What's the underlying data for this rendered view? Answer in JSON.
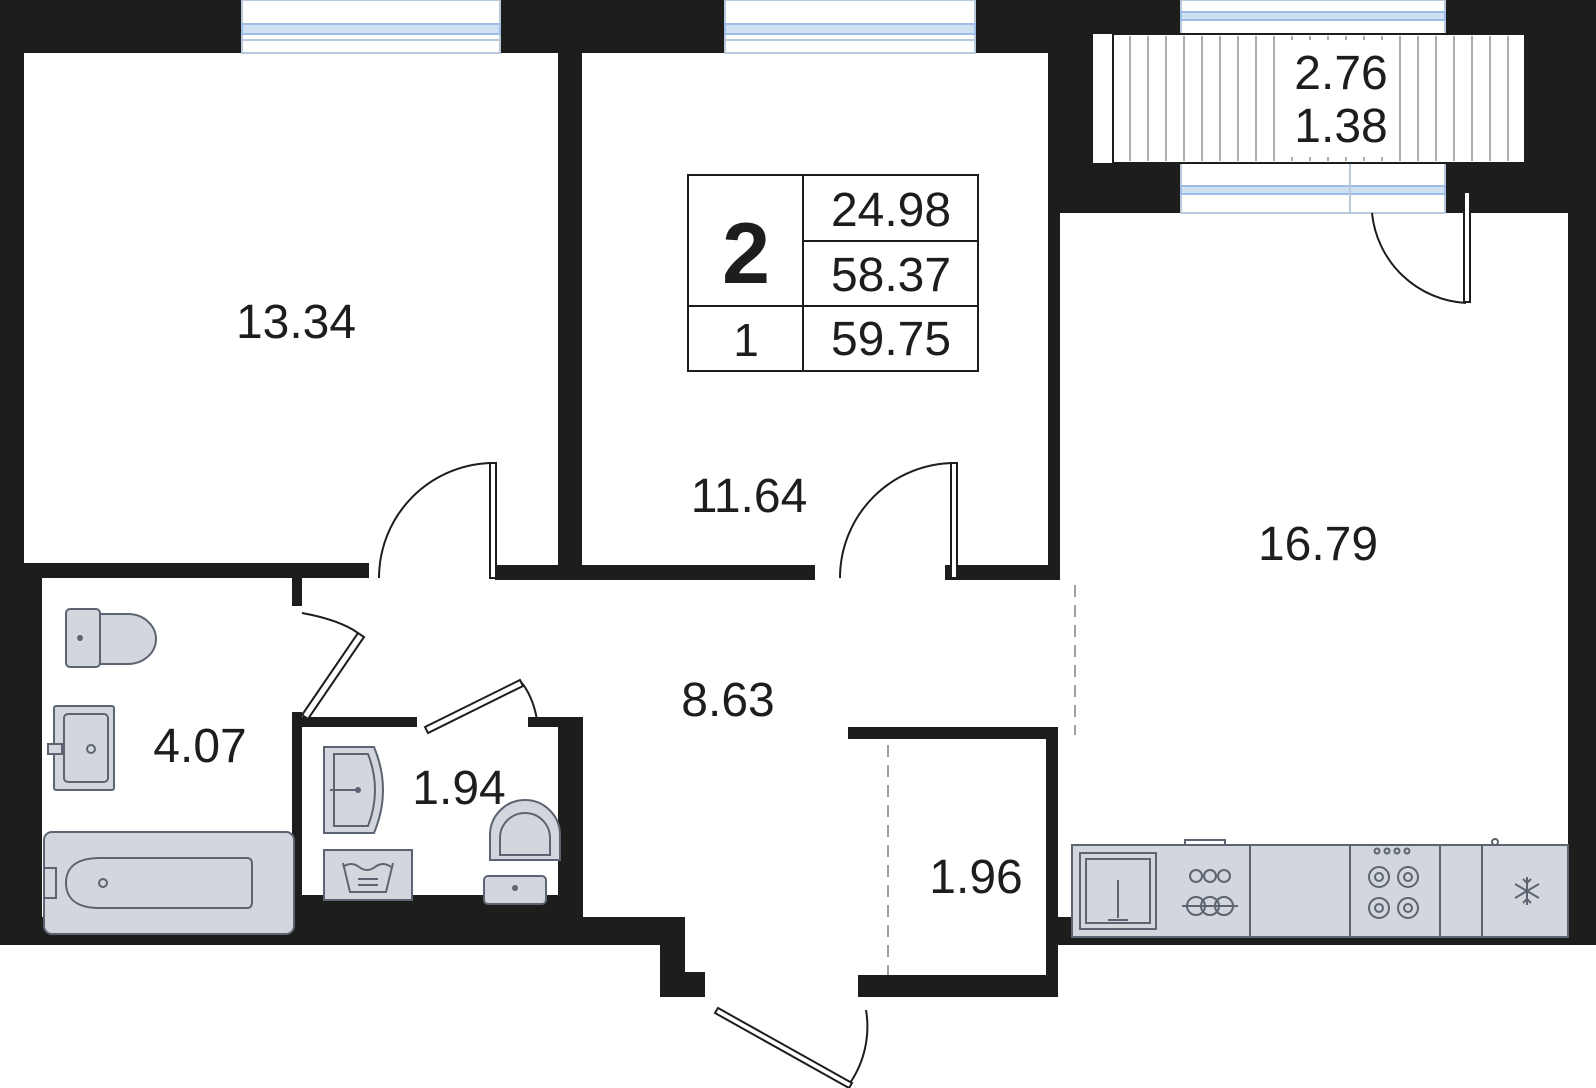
{
  "plan": {
    "rooms": [
      {
        "id": "bedroom-left",
        "area": "13.34"
      },
      {
        "id": "bedroom-middle",
        "area": "11.64"
      },
      {
        "id": "kitchen-living",
        "area": "16.79"
      },
      {
        "id": "hallway",
        "area": "8.63"
      },
      {
        "id": "bathroom",
        "area": "4.07"
      },
      {
        "id": "wc",
        "area": "1.94"
      },
      {
        "id": "storage",
        "area": "1.96"
      }
    ],
    "balcony": {
      "area": "2.76",
      "reduced_area": "1.38"
    }
  },
  "summary": {
    "rooms_count": "2",
    "living_area": "24.98",
    "total_area": "58.37",
    "floor": "1",
    "total_with_balcony": "59.75"
  },
  "colors": {
    "wall": "#1d1d1b",
    "window_glass": "#cfe0f3",
    "fixture": "#d3d7dd",
    "background": "#ffffff"
  },
  "icons": [
    "toilet-icon",
    "sink-icon",
    "bathtub-icon",
    "washing-machine-icon",
    "kitchen-sink-icon",
    "stove-icon",
    "fridge-icon",
    "door-swing-icon",
    "window-icon"
  ]
}
